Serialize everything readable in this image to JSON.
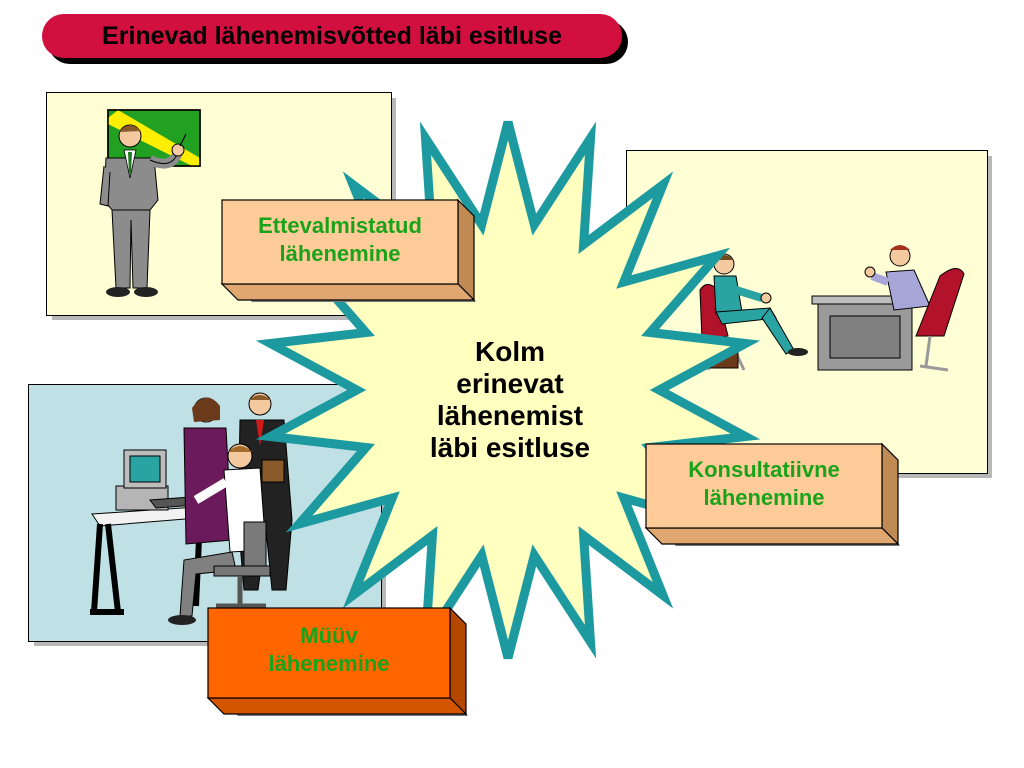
{
  "slide": {
    "title": "Erinevad lähenemisvõtted läbi esitluse",
    "center_text": [
      "Kolm",
      "erinevat",
      "lähenemist",
      "läbi esitluse"
    ],
    "labels": {
      "prepared": [
        "Ettevalmistatud",
        "lähenemine"
      ],
      "consultative": [
        "Konsultatiivne",
        "lähenemine"
      ],
      "sales": [
        "Müüv",
        "lähenemine"
      ]
    }
  },
  "colors": {
    "title_bg": "#d1103f",
    "panel_yellow": "#ffffd6",
    "panel_blue": "#bfe0e4",
    "box_peach": "#ffcc99",
    "box_orange": "#ff6600",
    "label_green": "#1aa31a",
    "burst_fill": "#ffffc0",
    "burst_border": "#1d9aa0"
  }
}
